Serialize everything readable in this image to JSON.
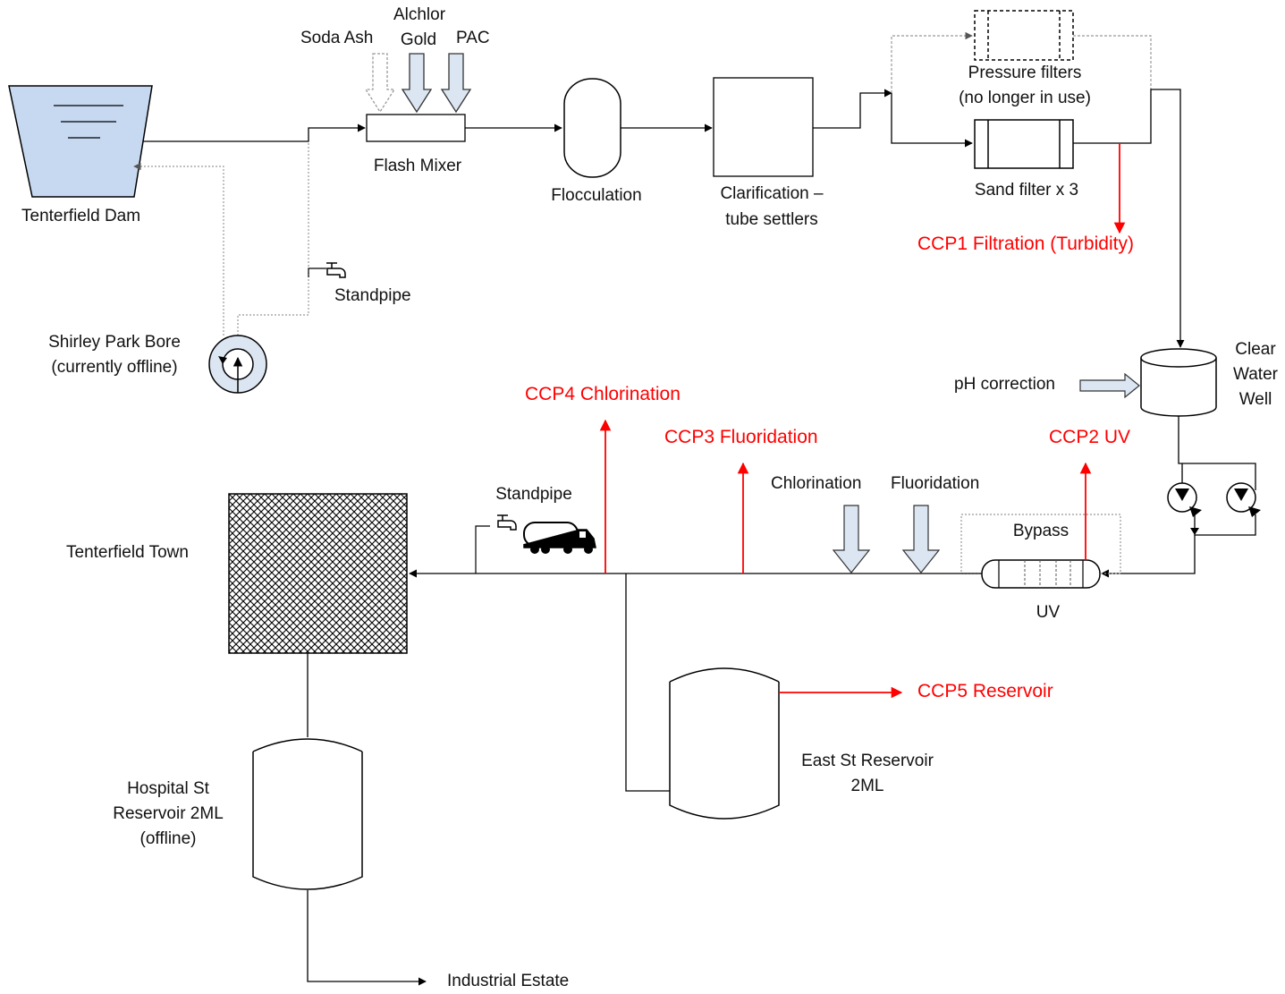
{
  "colors": {
    "ccp": "#ff0000",
    "line": "#000000",
    "dam_fill": "#c6d9f1",
    "chem_arrow_fill": "#dce6f2",
    "grey_line": "#a6a6a6"
  },
  "labels": {
    "tenterfield_dam": "Tenterfield Dam",
    "soda_ash": "Soda Ash",
    "alchlor_gold_1": "Alchlor",
    "alchlor_gold_2": "Gold",
    "pac": "PAC",
    "flash_mixer": "Flash Mixer",
    "flocculation": "Flocculation",
    "clarification_1": "Clarification –",
    "clarification_2": "tube settlers",
    "pressure_filters_1": "Pressure filters",
    "pressure_filters_2": "(no longer in use)",
    "sand_filter": "Sand filter x 3",
    "ccp1": "CCP1 Filtration (Turbidity)",
    "standpipe_top": "Standpipe",
    "shirley_bore_1": "Shirley Park Bore",
    "shirley_bore_2": "(currently offline)",
    "clear_water_1": "Clear",
    "clear_water_2": "Water",
    "clear_water_3": "Well",
    "ph_correction": "pH correction",
    "ccp4": "CCP4 Chlorination",
    "ccp3": "CCP3 Fluoridation",
    "ccp2": "CCP2 UV",
    "chlorination": "Chlorination",
    "fluoridation": "Fluoridation",
    "bypass": "Bypass",
    "uv": "UV",
    "standpipe_bottom": "Standpipe",
    "tenterfield_town": "Tenterfield Town",
    "ccp5": "CCP5 Reservoir",
    "east_st_1": "East St Reservoir",
    "east_st_2": "2ML",
    "hospital_st_1": "Hospital St",
    "hospital_st_2": "Reservoir 2ML",
    "hospital_st_3": "(offline)",
    "industrial_estate": "Industrial Estate"
  }
}
